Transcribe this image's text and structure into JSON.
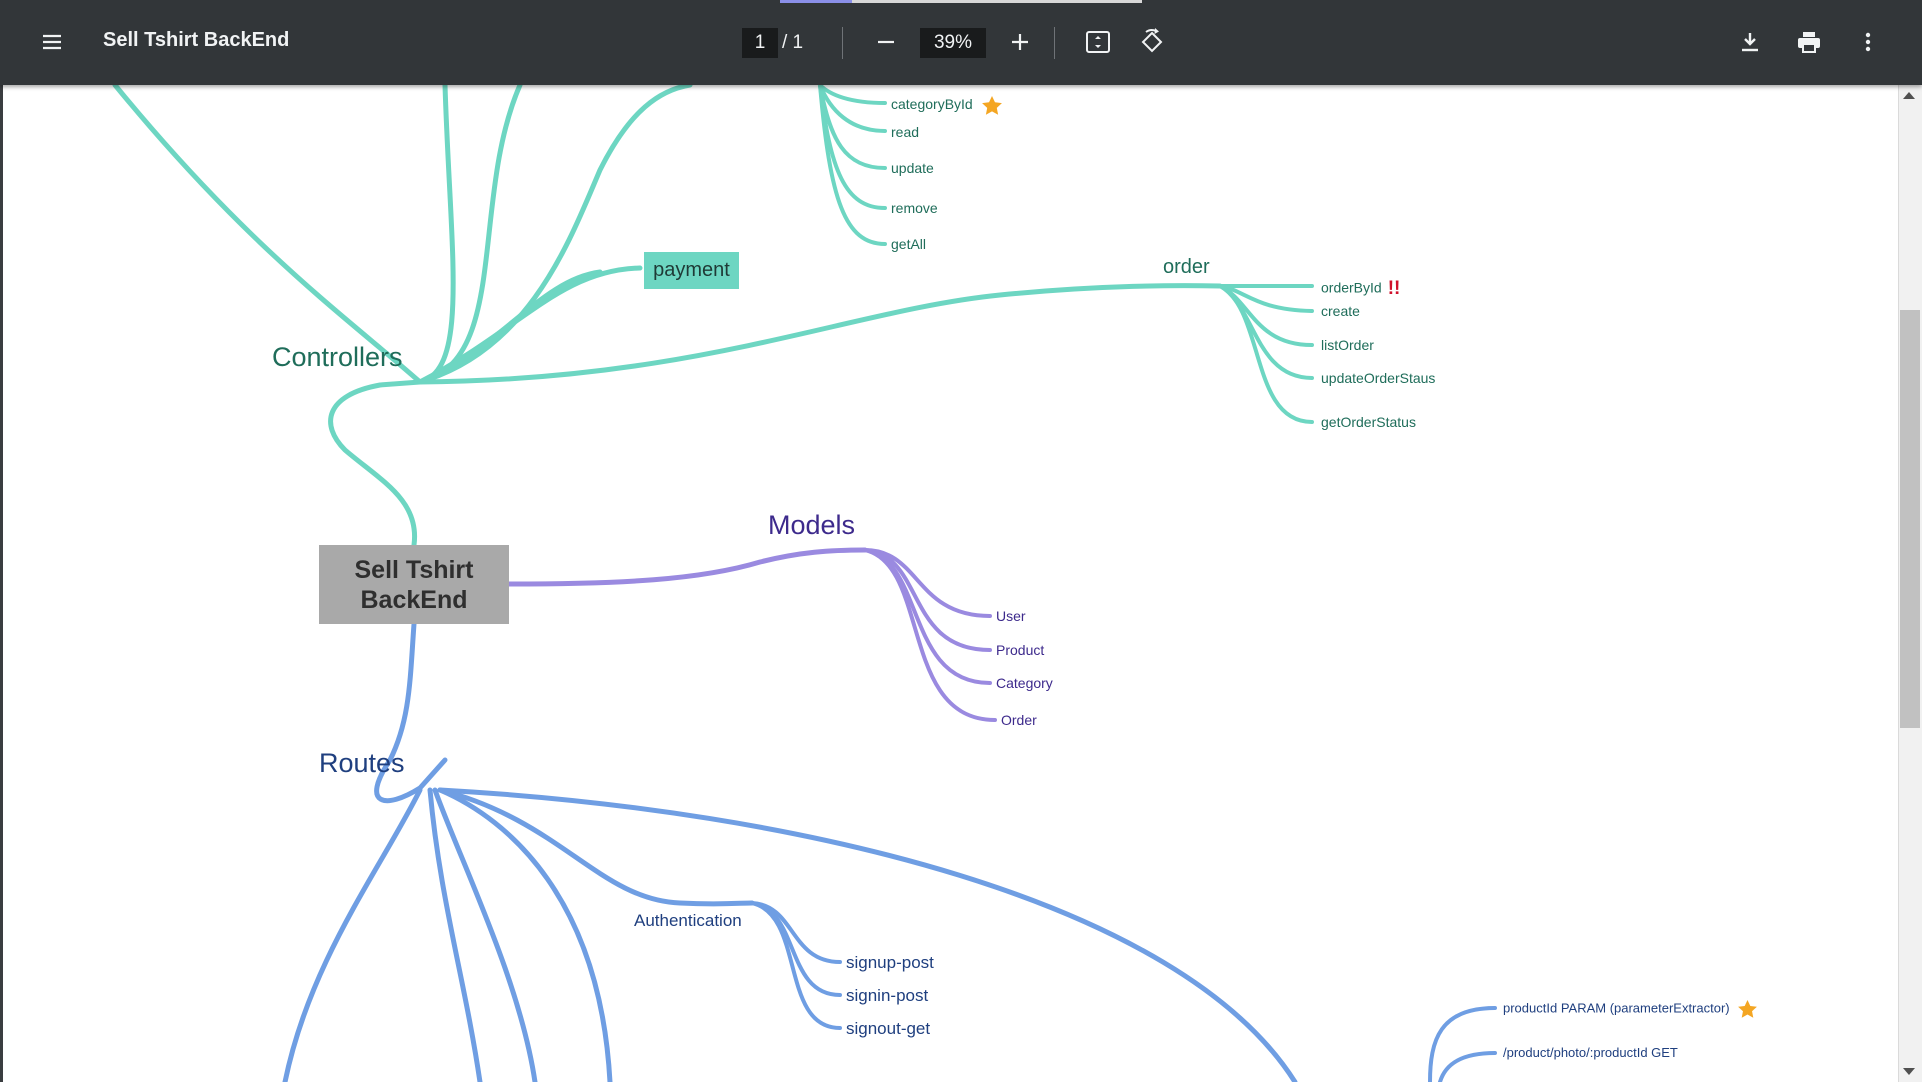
{
  "toolbar": {
    "title": "Sell Tshirt BackEnd",
    "page_current": "1",
    "page_total": "/  1",
    "zoom": "39%",
    "icons": {
      "menu": "menu-icon",
      "zoom_out": "minus-icon",
      "zoom_in": "plus-icon",
      "fit": "fit-page-icon",
      "rotate": "rotate-icon",
      "download": "download-icon",
      "print": "print-icon",
      "more": "more-vert-icon"
    }
  },
  "mindmap": {
    "root": "Sell Tshirt BackEnd",
    "colors": {
      "controllers": "#6dd6c2",
      "models": "#9a8ae0",
      "routes": "#6f9ee3",
      "root_bg": "#a9a9a9"
    },
    "controllers": {
      "label": "Controllers",
      "category_items": [
        "categoryById",
        "read",
        "update",
        "remove",
        "getAll"
      ],
      "payment": "payment",
      "order": {
        "label": "order",
        "items": [
          "orderById",
          "create",
          "listOrder",
          "updateOrderStaus",
          "getOrderStatus"
        ]
      }
    },
    "models": {
      "label": "Models",
      "items": [
        "User",
        "Product",
        "Category",
        "Order"
      ]
    },
    "routes": {
      "label": "Routes",
      "authentication": {
        "label": "Authentication",
        "items": [
          "signup-post",
          "signin-post",
          "signout-get"
        ]
      },
      "product_items": [
        "productId PARAM (parameterExtractor)",
        "/product/photo/:productId GET"
      ]
    },
    "markers": {
      "star_color": "#f4a623",
      "priority": "!!"
    }
  }
}
